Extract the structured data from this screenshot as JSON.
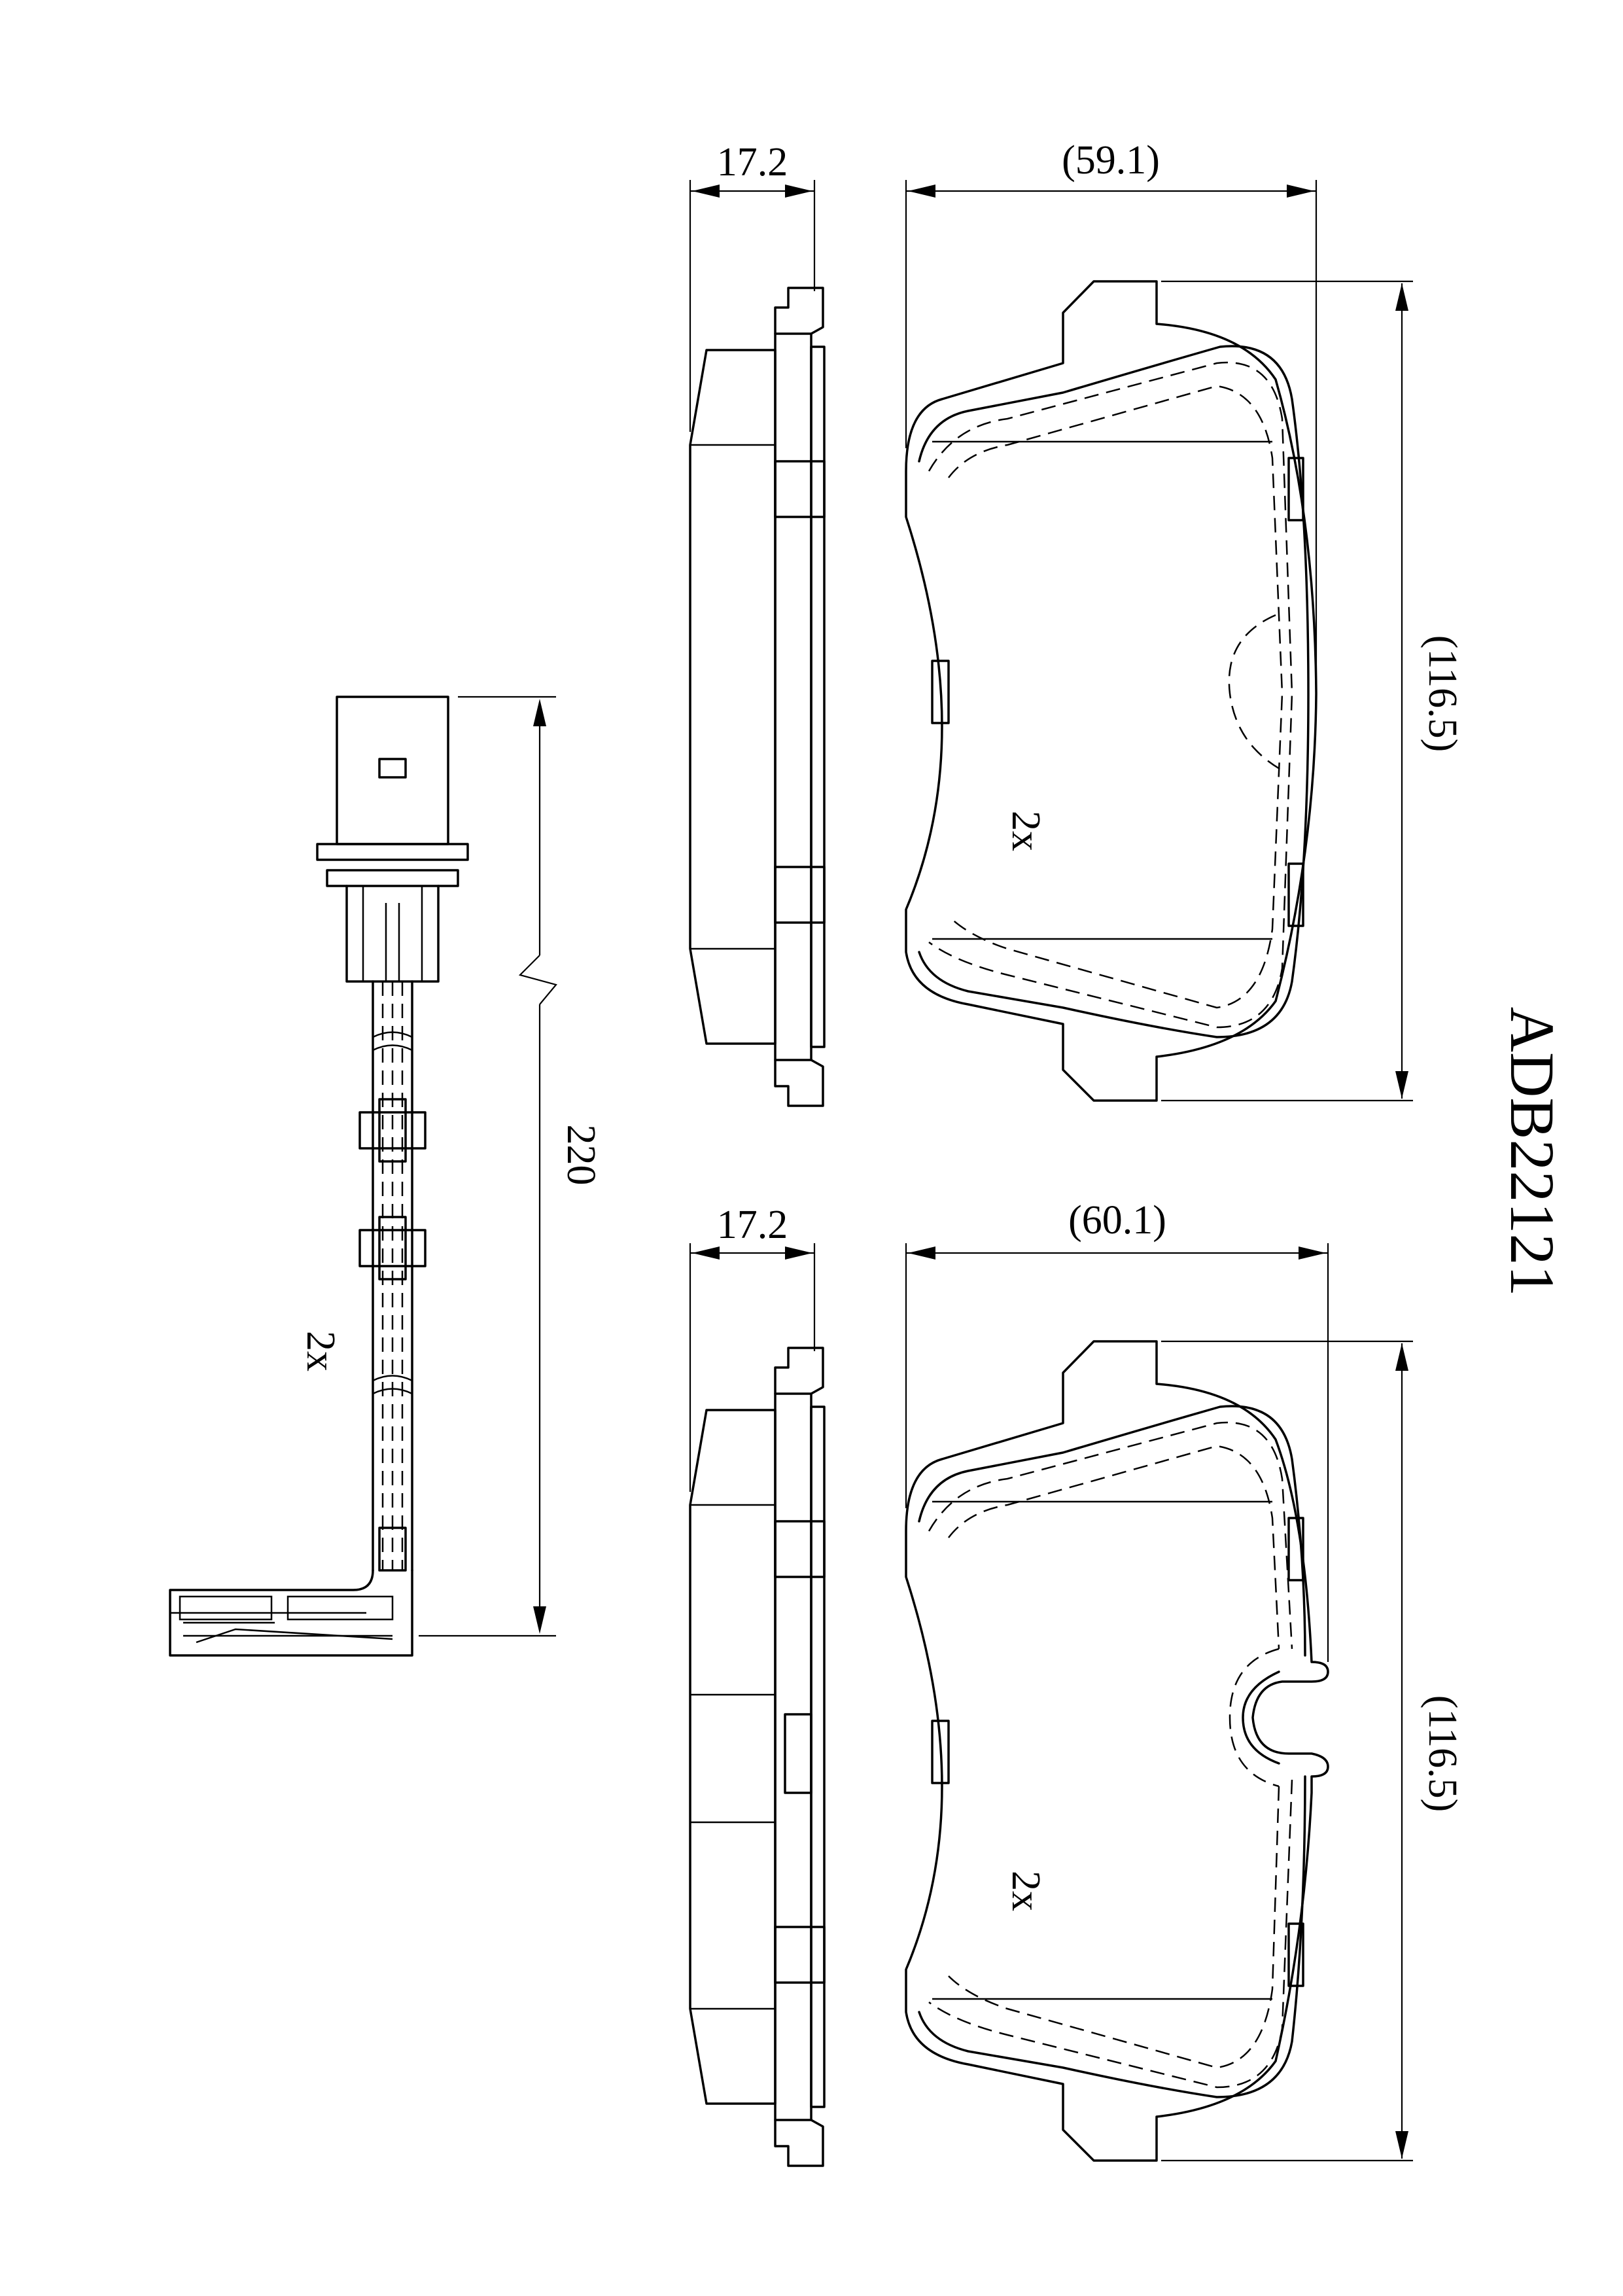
{
  "part_code": "ADB22121",
  "pad_upper": {
    "thickness": "17.2",
    "width": "(59.1)",
    "height": "(116.5)",
    "quantity": "2x"
  },
  "pad_lower": {
    "thickness": "17.2",
    "width": "(60.1)",
    "height": "(116.5)",
    "quantity": "2x"
  },
  "wear_sensor": {
    "length": "220",
    "quantity": "2x"
  }
}
